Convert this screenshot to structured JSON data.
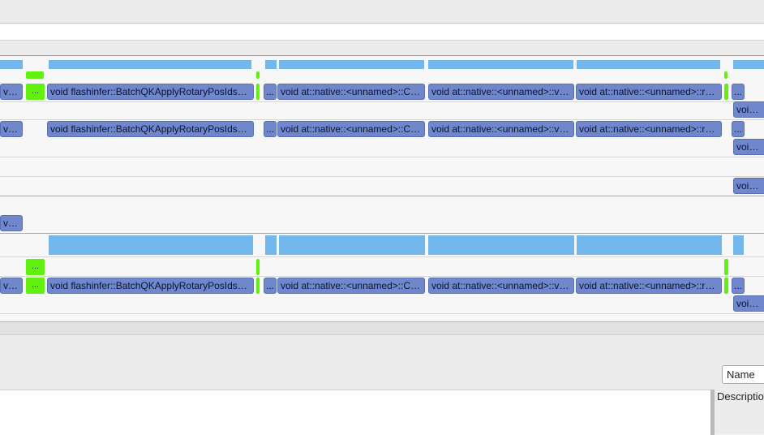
{
  "timeline": {
    "kernels": {
      "vo": "voi...",
      "ellipsis": "...",
      "flashinfer": "void flashinfer::BatchQKApplyRotaryPosIdsCosSinCacheKernel",
      "native_c": "void at::native::<unnamed>::CatArrayBatchedCopy",
      "native_2": "void at::native::<unnamed>::vectorized_elementwise_kernel",
      "native_3": "void at::native::<unnamed>::reduce_kernel",
      "void_cu": "void cu"
    }
  },
  "bottom_panel": {
    "column_select": "Name",
    "column_header": "Description"
  }
}
